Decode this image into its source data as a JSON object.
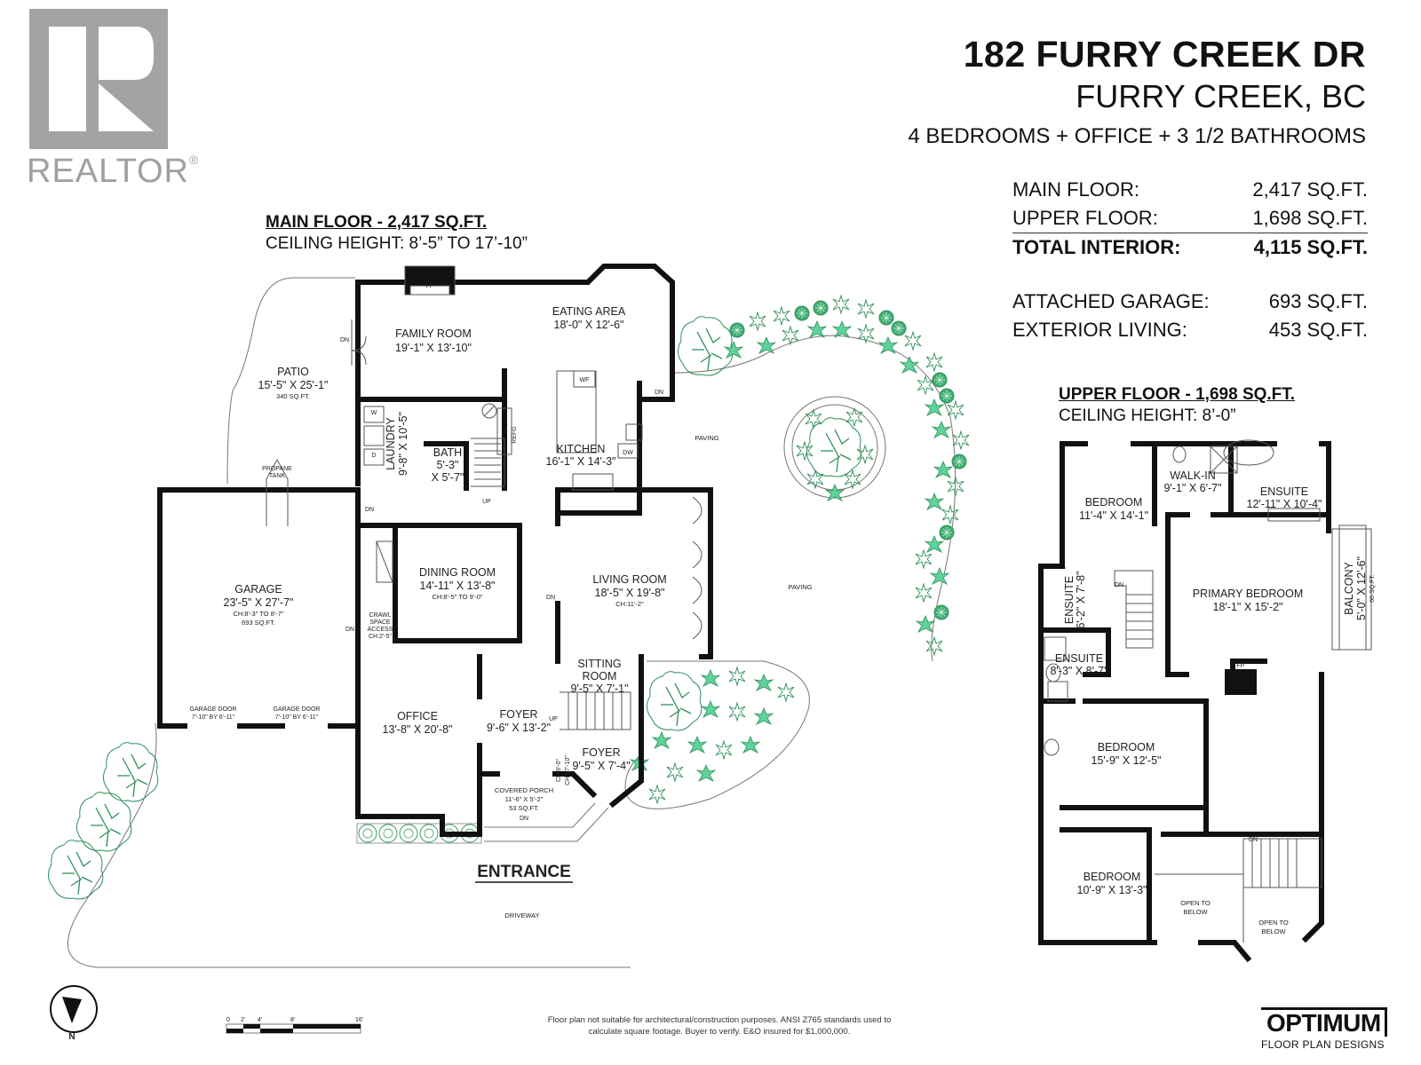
{
  "logo": {
    "brand": "REALTOR",
    "reg_mark": "®",
    "icon": "realtor-r-icon",
    "color": "#a3a3a3"
  },
  "header": {
    "address": "182 FURRY CREEK DR",
    "city": "FURRY CREEK, BC",
    "features": "4 BEDROOMS + OFFICE + 3 1/2 BATHROOMS"
  },
  "stats": {
    "rows": [
      {
        "label": "MAIN FLOOR:",
        "value": "2,417 SQ.FT."
      },
      {
        "label": "UPPER FLOOR:",
        "value": "1,698 SQ.FT."
      },
      {
        "label": "TOTAL INTERIOR:",
        "value": "4,115 SQ.FT."
      }
    ],
    "extra": [
      {
        "label": "ATTACHED GARAGE:",
        "value": "693 SQ.FT."
      },
      {
        "label": "EXTERIOR LIVING:",
        "value": "453 SQ.FT."
      }
    ]
  },
  "main_floor": {
    "title": "MAIN FLOOR - 2,417 SQ.FT.",
    "ceiling": "CEILING HEIGHT: 8’-5” TO 17’-10”",
    "rooms": {
      "family_room": {
        "name": "FAMILY ROOM",
        "dim": "19'-1\" X 13'-10\""
      },
      "eating_area": {
        "name": "EATING AREA",
        "dim": "18'-0\" X 12'-6\""
      },
      "patio": {
        "name": "PATIO",
        "dim": "15'-5\" X 25'-1\"",
        "area": "340 SQ.FT."
      },
      "laundry": {
        "name": "LAUNDRY",
        "dim": "9'-8\" X 10'-5\""
      },
      "bath": {
        "name": "BATH",
        "dim1": "5'-3\"",
        "dim2": "X 5'-7\""
      },
      "kitchen": {
        "name": "KITCHEN",
        "dim": "16'-1\" X 14'-3\""
      },
      "garage": {
        "name": "GARAGE",
        "dim": "23'-5\" X 27'-7\"",
        "ch": "CH:8'-3\" TO 8'-7\"",
        "area": "693 SQ.FT."
      },
      "dining_room": {
        "name": "DINING ROOM",
        "dim": "14'-11\" X 13'-8\"",
        "ch": "CH:8'-5\" TO 9'-0\""
      },
      "living_room": {
        "name": "LIVING ROOM",
        "dim": "18'-5\" X 19'-8\"",
        "ch": "CH:11'-2\""
      },
      "sitting_room": {
        "name1": "SITTING",
        "name2": "ROOM",
        "dim": "9'-5\" X 7'-1\""
      },
      "office": {
        "name": "OFFICE",
        "dim": "13'-8\" X 20'-8\""
      },
      "foyer1": {
        "name": "FOYER",
        "dim": "9'-6\" X 13'-2\""
      },
      "foyer2": {
        "name": "FOYER",
        "dim": "9'-5\" X 7'-4\""
      },
      "covered_porch": {
        "name": "COVERED PORCH",
        "dim": "11'-6\" X 5'-2\"",
        "area": "53 SQ.FT."
      },
      "crawl_space": {
        "l1": "CRAWL",
        "l2": "SPACE",
        "l3": "ACCESS",
        "l4": "CH:2'-5\""
      },
      "garage_door_1": {
        "name": "GARAGE DOOR",
        "dim": "7'-10\" BY 6'-11\""
      },
      "garage_door_2": {
        "name": "GARAGE DOOR",
        "dim": "7'-10\" BY 6'-11\""
      }
    },
    "labels": {
      "fp": "FP",
      "dn": "DN",
      "up": "UP",
      "w": "W",
      "d": "D",
      "wf": "WF",
      "dw": "DW",
      "refg": "REFG",
      "propane1": "PROPANE",
      "propane2": "TANK",
      "paving": "PAVING",
      "driveway": "DRIVEWAY",
      "entrance": "ENTRANCE",
      "ch_foyer1": "CH:9'-0\"",
      "ch_foyer2": "CH:17'-10\""
    }
  },
  "upper_floor": {
    "title": "UPPER FLOOR - 1,698 SQ.FT.",
    "ceiling": "CEILING HEIGHT: 8’-0”",
    "rooms": {
      "bedroom_1": {
        "name": "BEDROOM",
        "dim": "11'-4\" X 14'-1\""
      },
      "walk_in": {
        "name": "WALK-IN",
        "dim": "9'-1\" X 6'-7\""
      },
      "ensuite_primary": {
        "name": "ENSUITE",
        "dim": "12'-11\" X 10'-4\""
      },
      "primary_bedroom": {
        "name": "PRIMARY BEDROOM",
        "dim": "18'-1\" X 15'-2\""
      },
      "balcony": {
        "name": "BALCONY",
        "dim": "5'-0\" X 12'-6\"",
        "area": "60 SQ.FT."
      },
      "ensuite_small": {
        "name": "ENSUITE",
        "dim": "6'-2\" X 7'-8\""
      },
      "ensuite_2": {
        "name": "ENSUITE",
        "dim": "8'-3\" X 8'-7\""
      },
      "bedroom_2": {
        "name": "BEDROOM",
        "dim": "15'-9\" X 12'-5\""
      },
      "bedroom_3": {
        "name": "BEDROOM",
        "dim": "10'-9\" X 13'-3\""
      },
      "open_1": {
        "l1": "OPEN TO",
        "l2": "BELOW"
      },
      "open_2": {
        "l1": "OPEN TO",
        "l2": "BELOW"
      }
    },
    "labels": {
      "fp": "FP",
      "dn": "DN"
    }
  },
  "compass": {
    "label": "N",
    "icon": "north-arrow-icon"
  },
  "scale_bar": {
    "ticks": [
      "0",
      "2'",
      "4'",
      "8'",
      "16'"
    ]
  },
  "disclaimer": {
    "line1": "Floor plan not suitable for architectural/construction purposes. ANSI Z765 standards used to",
    "line2": "calculate square footage. Buyer to verify.  E&O insured for $1,000,000."
  },
  "brand_footer": {
    "name": "OPTIMUM",
    "tagline": "FLOOR PLAN DESIGNS"
  },
  "colors": {
    "wall": "#111111",
    "plant_light": "#5fd39a",
    "plant_dark": "#2f8f5a",
    "line": "#666666"
  }
}
